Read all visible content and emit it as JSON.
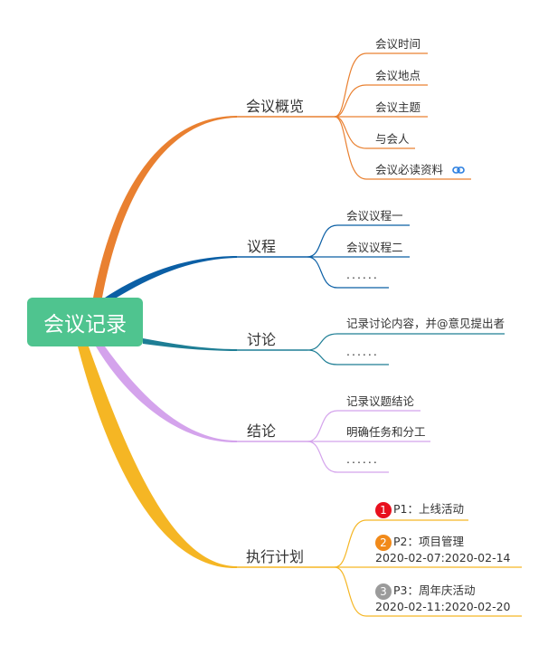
{
  "root": "会议记录",
  "colors": {
    "root_bg": "#4FC48F",
    "branch_overview": "#E98030",
    "branch_agenda": "#0B5FA5",
    "branch_discuss": "#1E7E95",
    "branch_conclusion": "#D4A3EC",
    "branch_plan": "#F5B624",
    "badge_red": "#E8101E",
    "badge_orange": "#F18A1A",
    "badge_gray": "#9B9B9B",
    "link_icon": "#2B7FE0"
  },
  "branches": {
    "overview": {
      "label": "会议概览",
      "items": [
        "会议时间",
        "会议地点",
        "会议主题",
        "与会人",
        "会议必读资料"
      ],
      "link_icon": "link-icon"
    },
    "agenda": {
      "label": "议程",
      "items": [
        "会议议程一",
        "会议议程二",
        "......"
      ]
    },
    "discuss": {
      "label": "讨论",
      "items": [
        "记录讨论内容，并@意见提出者",
        "......"
      ]
    },
    "conclusion": {
      "label": "结论",
      "items": [
        "记录议题结论",
        "明确任务和分工",
        "......"
      ]
    },
    "plan": {
      "label": "执行计划",
      "items": [
        {
          "badge": "1",
          "title": "P1：上线活动",
          "dates": ""
        },
        {
          "badge": "2",
          "title": "P2：项目管理",
          "dates": "2020-02-07:2020-02-14"
        },
        {
          "badge": "3",
          "title": "P3：周年庆活动",
          "dates": "2020-02-11:2020-02-20"
        }
      ]
    }
  }
}
